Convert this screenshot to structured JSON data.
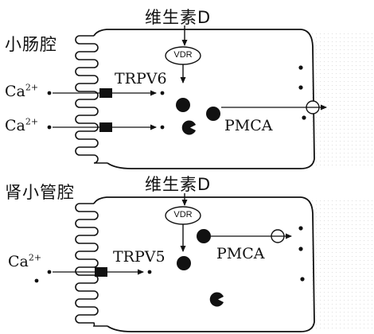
{
  "upper": {
    "lumen_label": "小肠腔",
    "vitamin_label": "维生素D",
    "receptor_label": "VDR",
    "channel_label": "TRPV6",
    "pump_label": "PMCA",
    "ion_base": "Ca",
    "ion_charge": "2+"
  },
  "lower": {
    "lumen_label": "肾小管腔",
    "vitamin_label": "维生素D",
    "receptor_label": "VDR",
    "channel_label": "TRPV5",
    "pump_label": "PMCA",
    "ion_base": "Ca",
    "ion_charge": "2+"
  }
}
